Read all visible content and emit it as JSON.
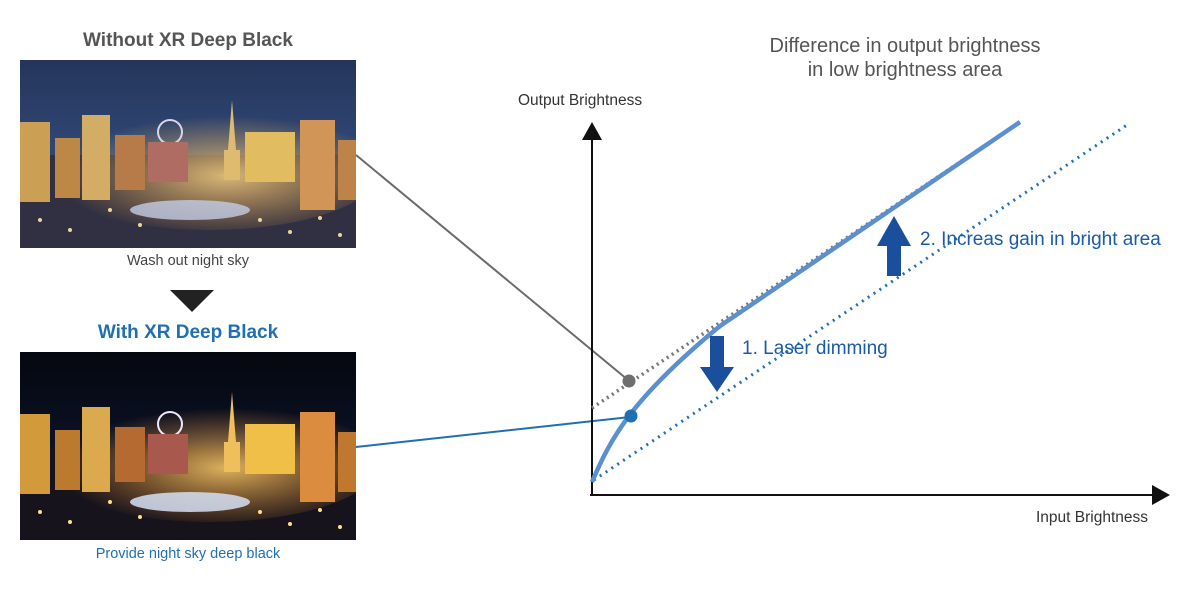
{
  "left_panel": {
    "top_title": "Without XR Deep Black",
    "top_caption": "Wash out night sky",
    "bottom_title": "With XR Deep Black",
    "bottom_caption": "Provide night sky deep black"
  },
  "diagram": {
    "title_line1": "Difference in output brightness",
    "title_line2": "in low brightness area",
    "y_axis_label": "Output Brightness",
    "x_axis_label": "Input Brightness",
    "annotation_1": "1. Laser dimming",
    "annotation_2": "2. Increas gain in bright area"
  },
  "colors": {
    "accent_blue": "#1f6fb2",
    "dark_blue": "#1a4f9e",
    "curve_blue": "#5b8fd0",
    "gray_text": "#555555",
    "gray_dotted": "#777777"
  },
  "icons": {
    "arrow_down": "down-triangle-icon"
  }
}
